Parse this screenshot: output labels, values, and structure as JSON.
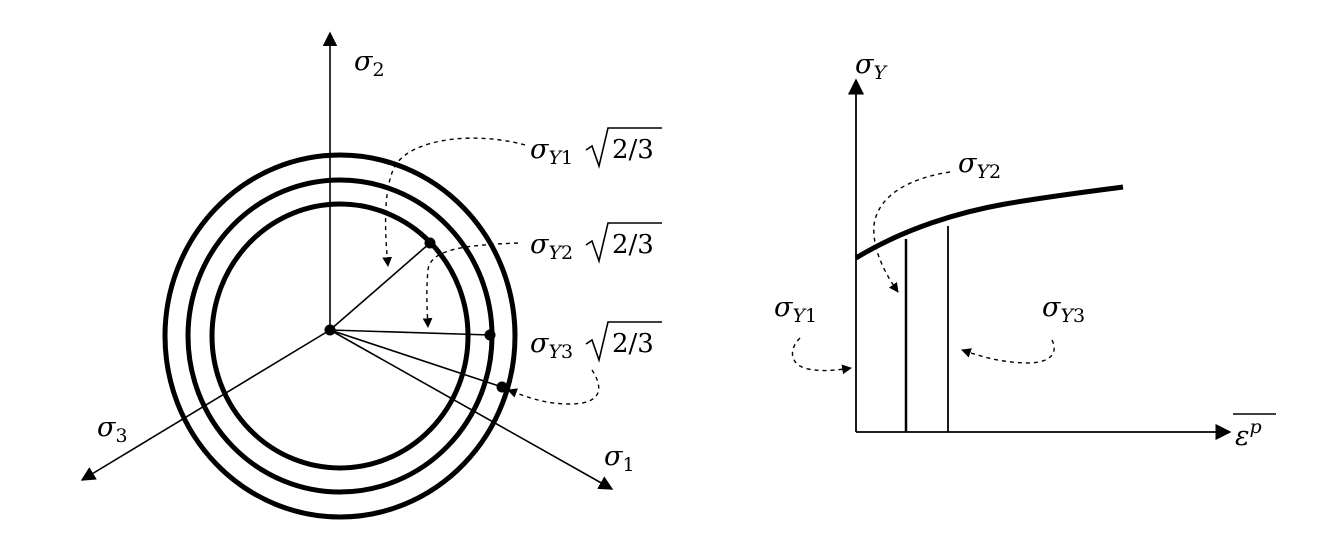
{
  "left_diagram": {
    "axis_sigma2": {
      "base": "σ",
      "sub": "2"
    },
    "axis_sigma1": {
      "base": "σ",
      "sub": "1"
    },
    "axis_sigma3": {
      "base": "σ",
      "sub": "3"
    },
    "labels": [
      {
        "base": "σ",
        "sub": "Y",
        "subsub": "1",
        "factor": "2/3"
      },
      {
        "base": "σ",
        "sub": "Y",
        "subsub": "2",
        "factor": "2/3"
      },
      {
        "base": "σ",
        "sub": "Y",
        "subsub": "3",
        "factor": "2/3"
      }
    ]
  },
  "right_diagram": {
    "y_axis_label": {
      "base": "σ",
      "sub": "Y"
    },
    "x_axis_label": {
      "base": "ε",
      "sup": "p"
    },
    "labels": [
      {
        "base": "σ",
        "sub": "Y",
        "subsub": "1"
      },
      {
        "base": "σ",
        "sub": "Y",
        "subsub": "2"
      },
      {
        "base": "σ",
        "sub": "Y",
        "subsub": "3"
      }
    ]
  }
}
